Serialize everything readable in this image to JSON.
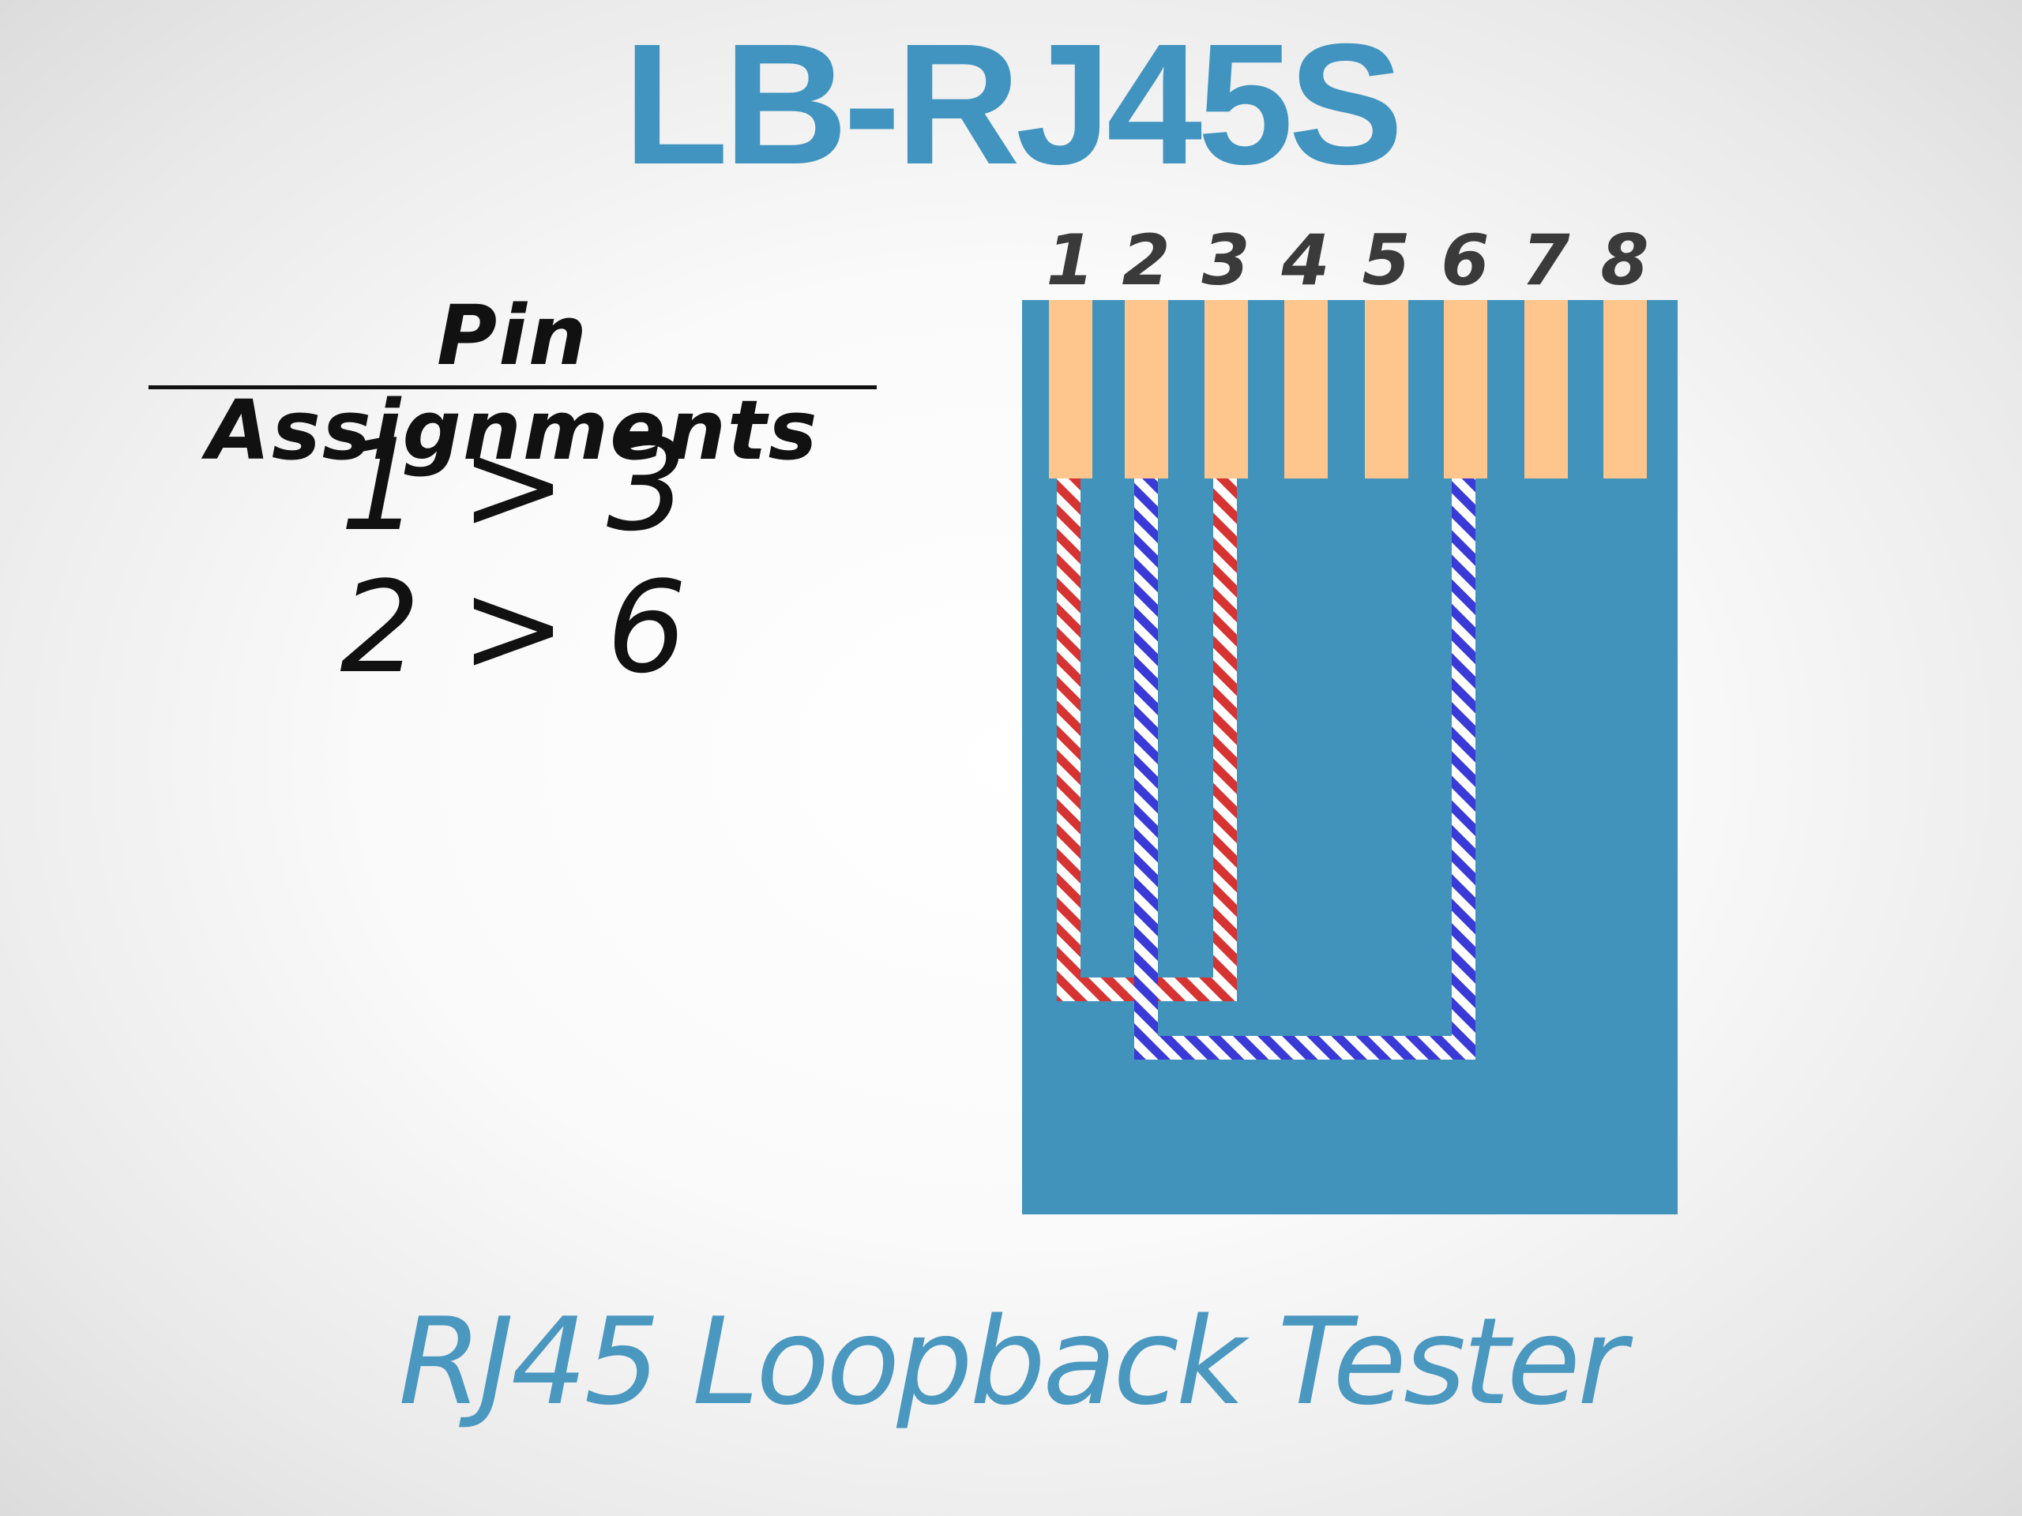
{
  "title": "LB-RJ45S",
  "pin_assignments": {
    "heading": "Pin Assignments",
    "mappings": [
      "1 > 3",
      "2 > 6"
    ]
  },
  "subtitle": "RJ45 Loopback Tester",
  "connector": {
    "pins": [
      "1",
      "2",
      "3",
      "4",
      "5",
      "6",
      "7",
      "8"
    ],
    "loops": [
      {
        "from": "1",
        "to": "3",
        "color": "#d63333"
      },
      {
        "from": "2",
        "to": "6",
        "color": "#3a3ad6"
      }
    ],
    "colors": {
      "body": "#4193bb",
      "contact": "#fec58c",
      "wire_stripe_background": "#ffffff"
    }
  }
}
